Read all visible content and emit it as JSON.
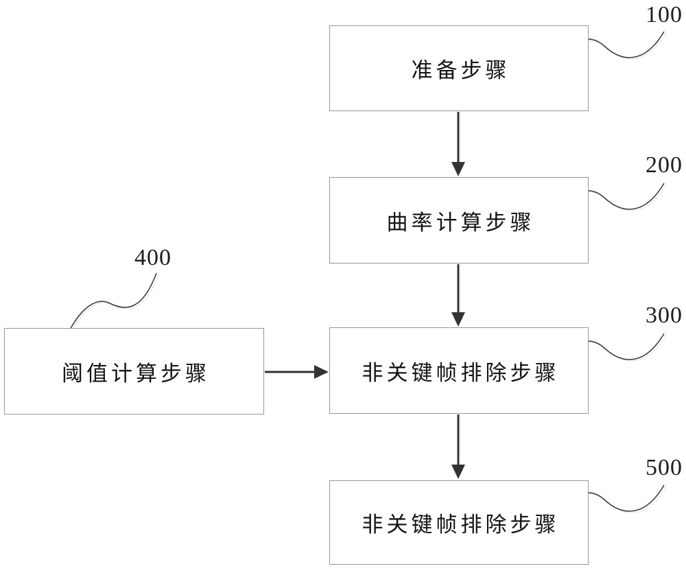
{
  "figure": {
    "type": "flowchart",
    "boxes": [
      {
        "label": "准备步骤",
        "ref": "100"
      },
      {
        "label": "曲率计算步骤",
        "ref": "200"
      },
      {
        "label": "非关键帧排除步骤",
        "ref": "300"
      },
      {
        "label": "阈值计算步骤",
        "ref": "400"
      },
      {
        "label": "非关键帧排除步骤",
        "ref": "500"
      }
    ],
    "connections": [
      {
        "from": "100",
        "to": "200",
        "type": "arrow-down"
      },
      {
        "from": "200",
        "to": "300",
        "type": "arrow-down"
      },
      {
        "from": "300",
        "to": "500",
        "type": "arrow-down"
      },
      {
        "from": "400",
        "to": "300",
        "type": "arrow-right"
      }
    ],
    "colors": {
      "box_border": "#969696",
      "arrow_line": "#333333",
      "leader_line": "#3d3d3d",
      "leader_shadow": "#c9c9c9",
      "text": "#141414",
      "background": "#ffffff"
    }
  }
}
